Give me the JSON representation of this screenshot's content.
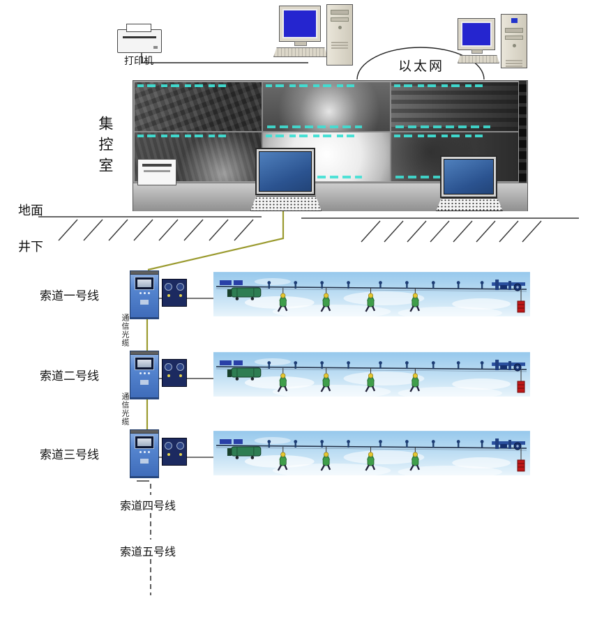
{
  "top_area": {
    "printer_label": "打印机",
    "network_label": "以太网"
  },
  "control_room": {
    "label": "集控室"
  },
  "ground": {
    "surface_label": "地面",
    "underground_label": "井下"
  },
  "comm_cable_label": "通信光缆",
  "cableway_lines": [
    {
      "label": "索道一号线"
    },
    {
      "label": "索道二号线"
    },
    {
      "label": "索道三号线"
    },
    {
      "label": "索道四号线"
    },
    {
      "label": "索道五号线"
    }
  ],
  "icons": {
    "printer": "printer-icon",
    "desktop_computer": "desktop-computer-icon",
    "ethernet_cloud": "ethernet-cloud-arc",
    "video_wall": "video-wall-six-camera-feeds",
    "workstation": "monitor-with-keyboard",
    "control_cabinet": "cableway-control-cabinet",
    "junction_box": "mine-junction-box",
    "cableway_scene": "man-riding-cableway-photo",
    "counterweight": "red-counterweight"
  },
  "colors": {
    "optical_cable": "#9a9a2e",
    "osd_text": "#3fe0d4",
    "cabinet_blue": "#4a7cc8",
    "scene_sky": "#a8d2ee",
    "weight_red": "#c01818",
    "screen_blue": "#2525cf"
  }
}
